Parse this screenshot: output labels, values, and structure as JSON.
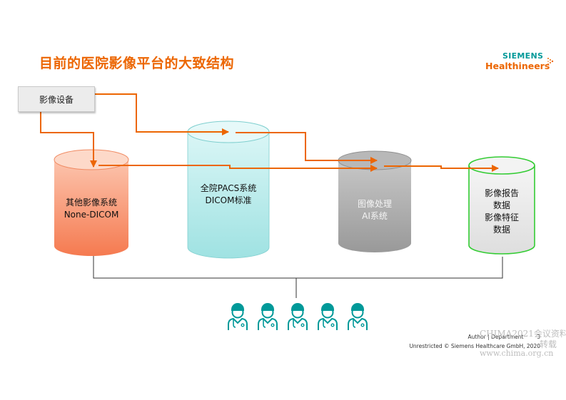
{
  "title": "目前的医院影像平台的大致结构",
  "logo": {
    "line1": "SIEMENS",
    "line2": "Healthineers"
  },
  "colors": {
    "accent": "#ec6602",
    "teal": "#009999",
    "other_system": "#f8845c",
    "pacs": "#b9ecec",
    "ai": "#a9a9a9",
    "data": "#ececec",
    "data_border": "#33cc33"
  },
  "device": {
    "label": "影像设备"
  },
  "cylinders": [
    {
      "id": "other",
      "lines": [
        "其他影像系统",
        "None-DICOM"
      ]
    },
    {
      "id": "pacs",
      "lines": [
        "全院PACS系统",
        "DICOM标准"
      ]
    },
    {
      "id": "ai",
      "lines": [
        "图像处理",
        "AI系统"
      ]
    },
    {
      "id": "data",
      "lines": [
        "影像报告",
        "数据",
        "影像特征",
        "数据"
      ]
    }
  ],
  "users": {
    "count": 5,
    "icon": "doctor-icon"
  },
  "footer": {
    "author": "Author | Department",
    "page": "3",
    "copyright": "Unrestricted © Siemens Healthcare GmbH, 2020"
  },
  "watermark": {
    "line1": "CHIMA2021会议资料",
    "line2": "转载",
    "line3": "www.chima.org.cn"
  }
}
